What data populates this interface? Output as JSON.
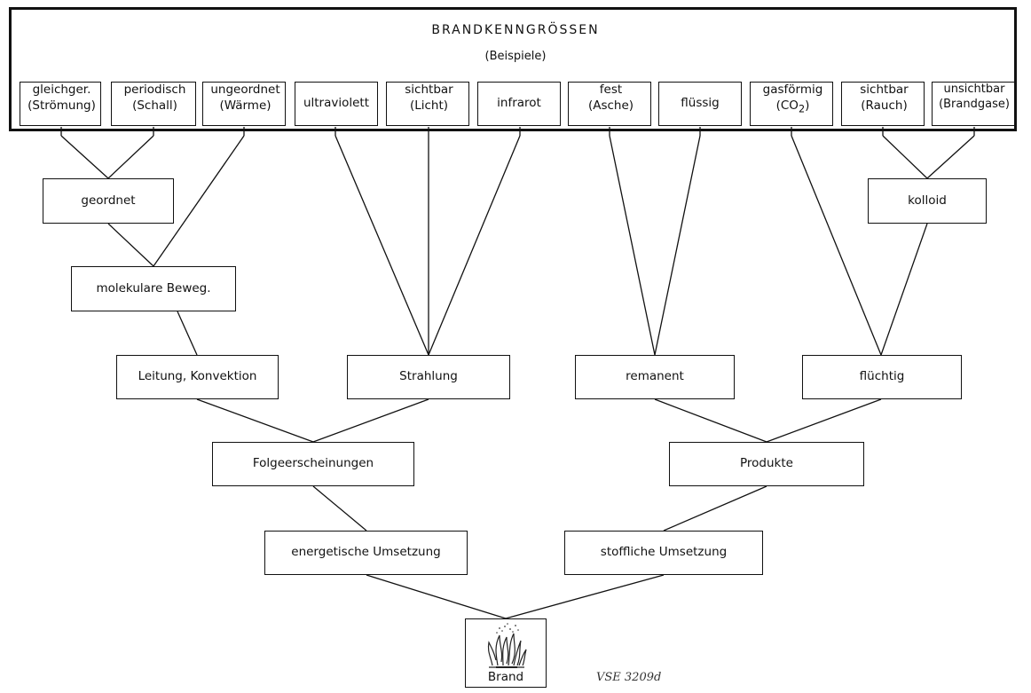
{
  "header": {
    "title": "BRANDKENNGRÖSSEN",
    "subtitle": "(Beispiele)"
  },
  "top_row": [
    {
      "line1": "gleichger.",
      "line2": "(Strömung)"
    },
    {
      "line1": "periodisch",
      "line2": "(Schall)"
    },
    {
      "line1": "ungeordnet",
      "line2": "(Wärme)"
    },
    {
      "line1": "ultraviolett",
      "line2": ""
    },
    {
      "line1": "sichtbar",
      "line2": "(Licht)"
    },
    {
      "line1": "infrarot",
      "line2": ""
    },
    {
      "line1": "fest",
      "line2": "(Asche)"
    },
    {
      "line1": "flüssig",
      "line2": ""
    },
    {
      "line1": "gasförmig",
      "line2": "(CO",
      "sub": "2",
      "tail": ")"
    },
    {
      "line1": "sichtbar",
      "line2": "(Rauch)"
    },
    {
      "line1": "unsichtbar",
      "line2": "(Brandgase)"
    }
  ],
  "nodes": {
    "geordnet": "geordnet",
    "kolloid": "kolloid",
    "molekulare": "molekulare Beweg.",
    "leitung": "Leitung, Konvektion",
    "strahlung": "Strahlung",
    "remanent": "remanent",
    "fluechtig": "flüchtig",
    "folge": "Folgeerscheinungen",
    "produkte": "Produkte",
    "energetisch": "energetische Umsetzung",
    "stofflich": "stoffliche Umsetzung",
    "brand": "Brand"
  },
  "icons": {
    "brand": "flame-icon"
  },
  "code_label": "VSE 3209d"
}
